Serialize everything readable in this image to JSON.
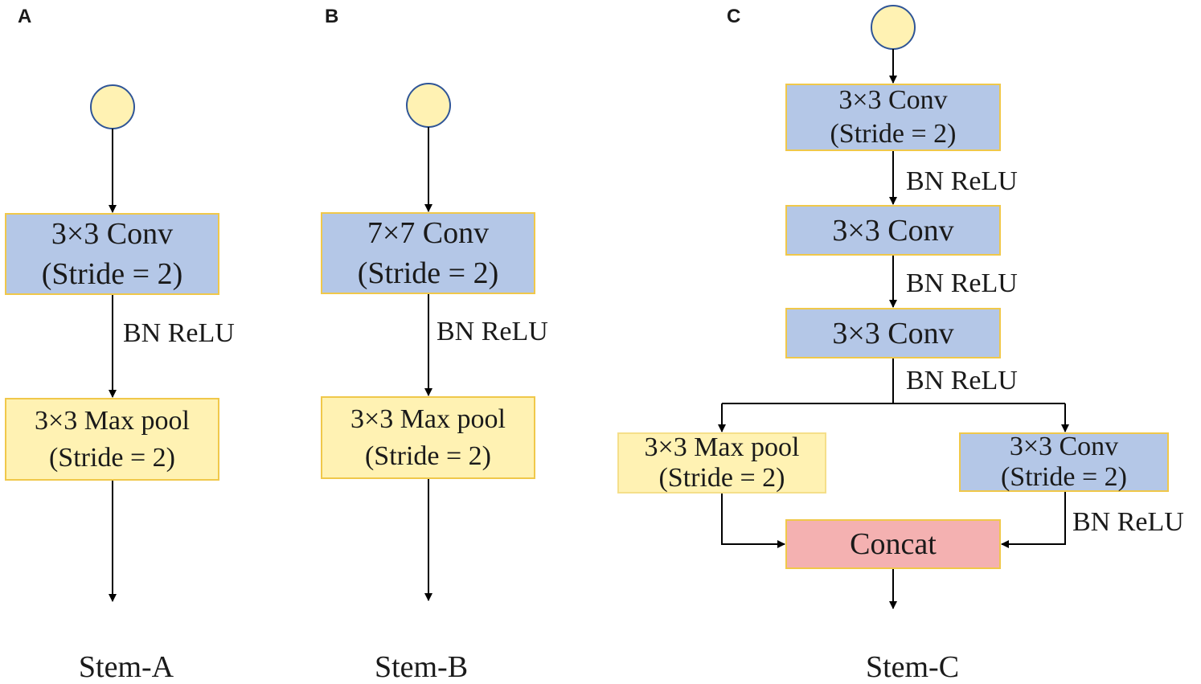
{
  "colors": {
    "conv_fill": "#b4c7e7",
    "pool_fill": "#fff2b3",
    "concat_fill": "#f4b1b1",
    "box_border": "#f0c84a",
    "input_node_fill": "#fff2b3",
    "input_node_stroke": "#2f5597",
    "arrow": "#000000"
  },
  "panels": [
    {
      "letter": "A",
      "name": "Stem-A",
      "input_node": "circle",
      "boxes": [
        {
          "kind": "conv",
          "lines": [
            "3×3 Conv",
            "(Stride = 2)"
          ]
        },
        {
          "kind": "pool",
          "lines": [
            "3×3 Max pool",
            "(Stride = 2)"
          ]
        }
      ],
      "edge_label": "BN ReLU"
    },
    {
      "letter": "B",
      "name": "Stem-B",
      "input_node": "circle",
      "boxes": [
        {
          "kind": "conv",
          "lines": [
            "7×7 Conv",
            "(Stride = 2)"
          ]
        },
        {
          "kind": "pool",
          "lines": [
            "3×3 Max pool",
            "(Stride = 2)"
          ]
        }
      ],
      "edge_label": "BN ReLU"
    },
    {
      "letter": "C",
      "name": "Stem-C",
      "input_node": "circle",
      "boxes": [
        {
          "kind": "conv",
          "lines": [
            "3×3 Conv",
            "(Stride = 2)"
          ]
        },
        {
          "kind": "conv",
          "lines": [
            "3×3 Conv"
          ]
        },
        {
          "kind": "conv",
          "lines": [
            "3×3 Conv"
          ]
        },
        {
          "kind": "pool",
          "lines": [
            "3×3 Max pool",
            "(Stride = 2)"
          ]
        },
        {
          "kind": "conv",
          "lines": [
            "3×3 Conv",
            "(Stride = 2)"
          ]
        },
        {
          "kind": "concat",
          "lines": [
            "Concat"
          ]
        }
      ],
      "edge_labels": [
        "BN ReLU",
        "BN ReLU",
        "BN ReLU",
        "BN ReLU"
      ]
    }
  ]
}
